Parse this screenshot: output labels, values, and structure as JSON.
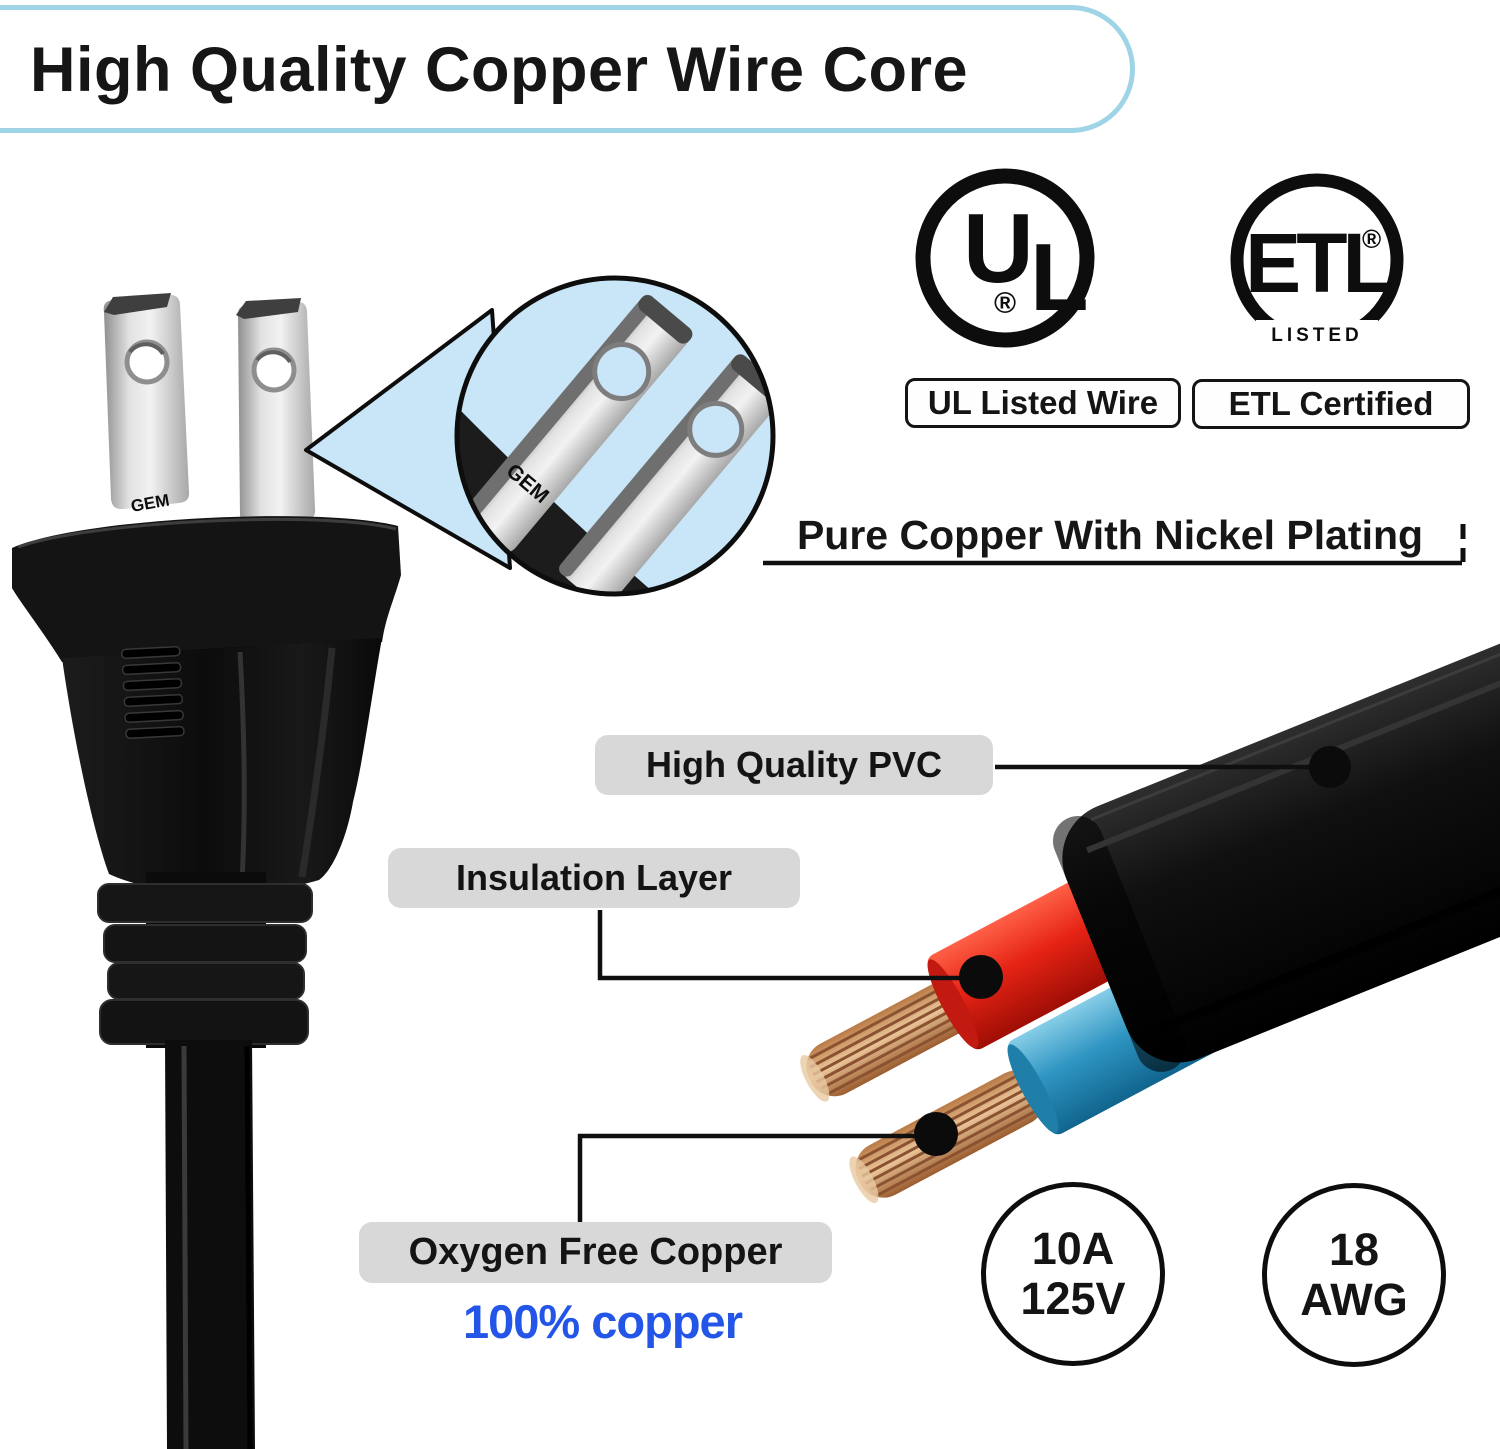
{
  "title": "High Quality Copper Wire Core",
  "annotations": {
    "pure_copper": "Pure Copper With Nickel Plating",
    "pvc": "High Quality PVC",
    "insulation": "Insulation Layer",
    "oxygen_free": "Oxygen Free Copper",
    "copper_percent": "100% copper"
  },
  "certifications": {
    "ul": {
      "letter_u": "U",
      "letter_l": "L",
      "registered": "®",
      "caption": "UL Listed Wire"
    },
    "etl": {
      "letters": "ETL",
      "listed": "LISTED",
      "registered": "®",
      "caption": "ETL Certified"
    }
  },
  "badges": {
    "rating": {
      "line1": "10A",
      "line2": "125V"
    },
    "gauge": {
      "line1": "18",
      "line2": "AWG"
    }
  },
  "plug": {
    "prong_stamp": "GEM"
  },
  "colors": {
    "title_border": "#9fd4e6",
    "magnifier_fill": "#c9e6f8",
    "label_background": "#d8d8d8",
    "copper_text_blue": "#2356e8",
    "wire_red": "#e52b20",
    "wire_blue": "#3598c4",
    "copper": "#d29a6a",
    "jacket_black": "#141414"
  }
}
